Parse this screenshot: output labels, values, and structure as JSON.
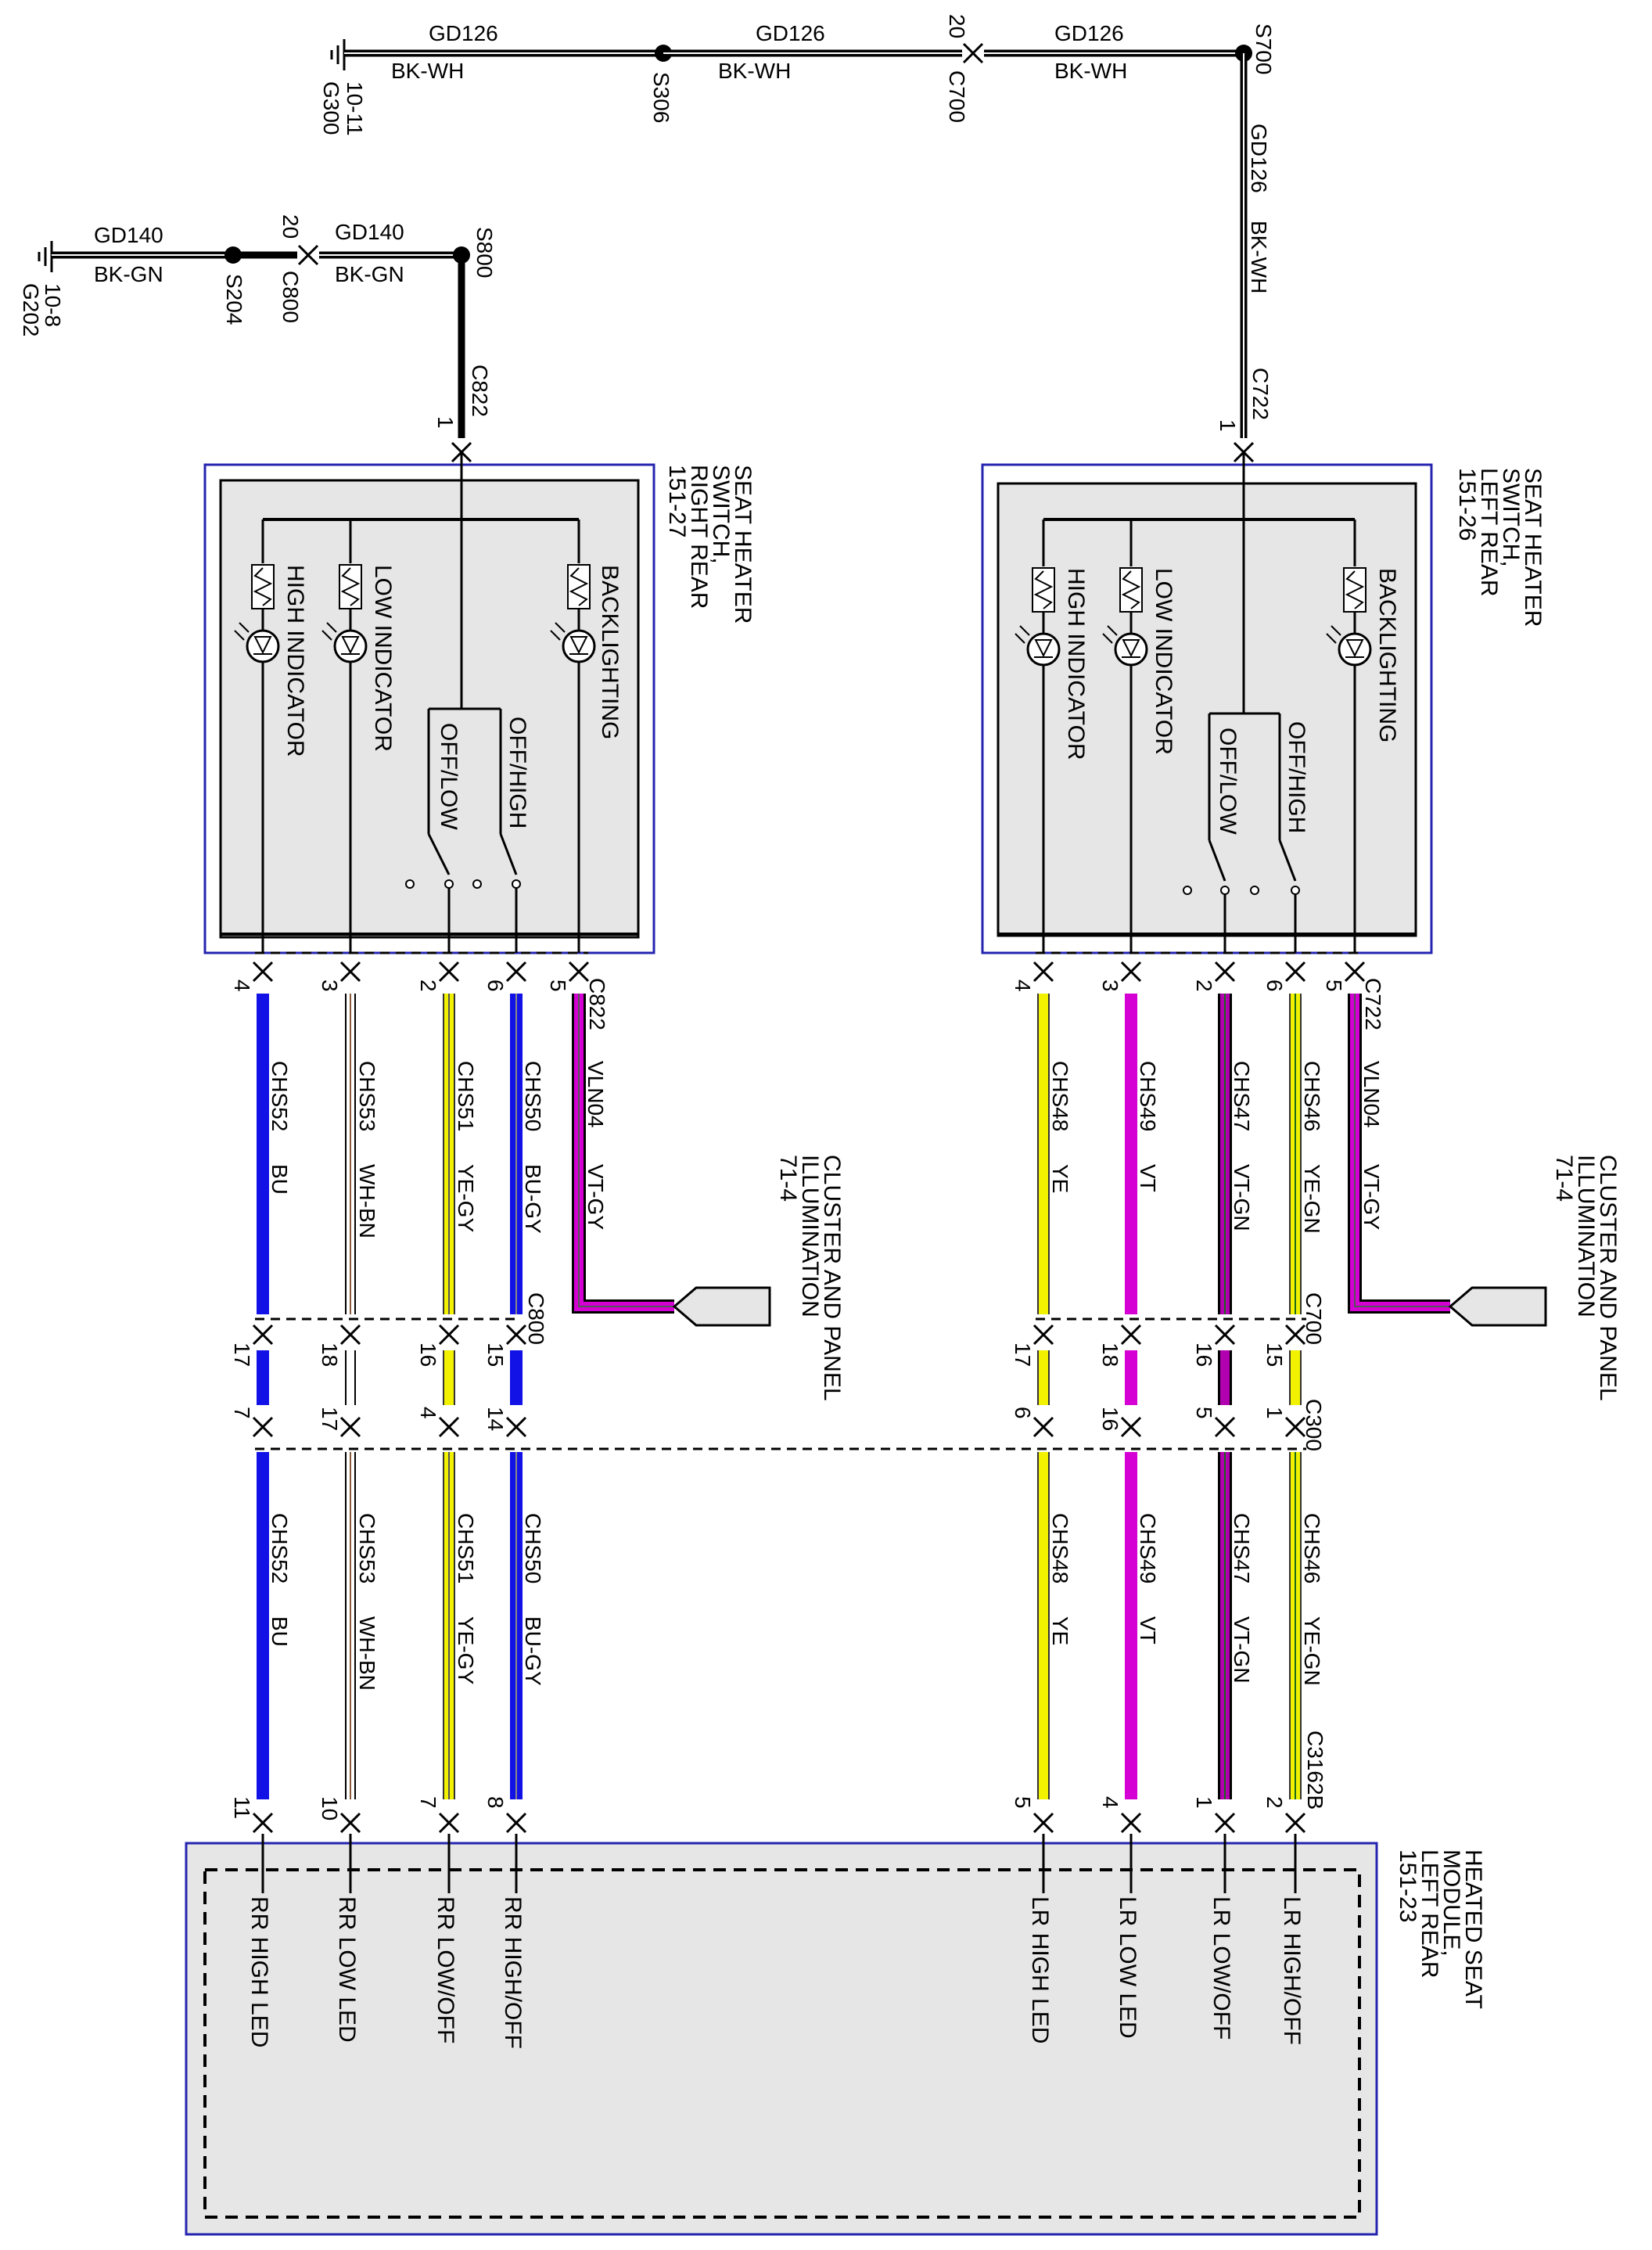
{
  "ground_chain_top": {
    "circuit": "GD126",
    "color": "BK-WH",
    "ground": "G300",
    "ground_ref": "10-11",
    "splice_1": "S306",
    "connector": "C700",
    "connector_pin": "20",
    "splice_2": "S700",
    "to_connector": "C722",
    "to_pin": "1"
  },
  "ground_chain_left": {
    "circuit": "GD140",
    "color": "BK-GN",
    "ground": "G202",
    "ground_ref": "10-8",
    "splice_1": "S204",
    "connector": "C800",
    "connector_pin": "20",
    "splice_2": "S800",
    "to_connector": "C822",
    "to_pin": "1"
  },
  "switch_right_rear": {
    "title": [
      "SEAT HEATER",
      "SWITCH,",
      "RIGHT REAR",
      "151-27"
    ],
    "labels": {
      "backlighting": "BACKLIGHTING",
      "off_high": "OFF/HIGH",
      "off_low": "OFF/LOW",
      "low_indicator": "LOW INDICATOR",
      "high_indicator": "HIGH INDICATOR"
    }
  },
  "switch_left_rear": {
    "title": [
      "SEAT HEATER",
      "SWITCH,",
      "LEFT REAR",
      "151-26"
    ],
    "labels": {
      "backlighting": "BACKLIGHTING",
      "off_high": "OFF/HIGH",
      "off_low": "OFF/LOW",
      "low_indicator": "LOW INDICATOR",
      "high_indicator": "HIGH INDICATOR"
    }
  },
  "cluster_illum": [
    "CLUSTER AND PANEL",
    "ILLUMINATION",
    "71-4"
  ],
  "connectors": {
    "c822": "C822",
    "c722": "C722",
    "c800": "C800",
    "c700": "C700",
    "c300": "C300",
    "c3162b": "C3162B"
  },
  "wires_rr": [
    {
      "pin_sw": "4",
      "circuit": "CHS52",
      "color": "BU",
      "pin_c800": "17",
      "pin_c300": "7",
      "pin_mod": "11",
      "func": "RR HIGH LED"
    },
    {
      "pin_sw": "3",
      "circuit": "CHS53",
      "color": "WH-BN",
      "pin_c800": "18",
      "pin_c300": "17",
      "pin_mod": "10",
      "func": "RR LOW LED"
    },
    {
      "pin_sw": "2",
      "circuit": "CHS51",
      "color": "YE-GY",
      "pin_c800": "16",
      "pin_c300": "4",
      "pin_mod": "7",
      "func": "RR LOW/OFF"
    },
    {
      "pin_sw": "6",
      "circuit": "CHS50",
      "color": "BU-GY",
      "pin_c800": "15",
      "pin_c300": "14",
      "pin_mod": "8",
      "func": "RR HIGH/OFF"
    }
  ],
  "wire_rr_illum": {
    "pin_sw": "5",
    "circuit": "VLN04",
    "color": "VT-GY"
  },
  "wires_lr": [
    {
      "pin_sw": "4",
      "circuit": "CHS48",
      "color": "YE",
      "pin_c700": "17",
      "pin_c300": "6",
      "pin_mod": "5",
      "func": "LR HIGH LED"
    },
    {
      "pin_sw": "3",
      "circuit": "CHS49",
      "color": "VT",
      "pin_c700": "18",
      "pin_c300": "16",
      "pin_mod": "4",
      "func": "LR LOW LED"
    },
    {
      "pin_sw": "2",
      "circuit": "CHS47",
      "color": "VT-GN",
      "pin_c700": "16",
      "pin_c300": "5",
      "pin_mod": "1",
      "func": "LR LOW/OFF"
    },
    {
      "pin_sw": "6",
      "circuit": "CHS46",
      "color": "YE-GN",
      "pin_c700": "15",
      "pin_c300": "1",
      "pin_mod": "2",
      "func": "LR HIGH/OFF"
    }
  ],
  "wire_lr_illum": {
    "pin_sw": "5",
    "circuit": "VLN04",
    "color": "VT-GY"
  },
  "module": {
    "title": [
      "HEATED SEAT",
      "MODULE,",
      "LEFT REAR",
      "151-23"
    ]
  },
  "colors": {
    "blue": "#1212e6",
    "violet": "#d400d4",
    "yellow": "#f2f200",
    "box_border": "#2424b0",
    "box_fill": "#e6e6e6"
  }
}
